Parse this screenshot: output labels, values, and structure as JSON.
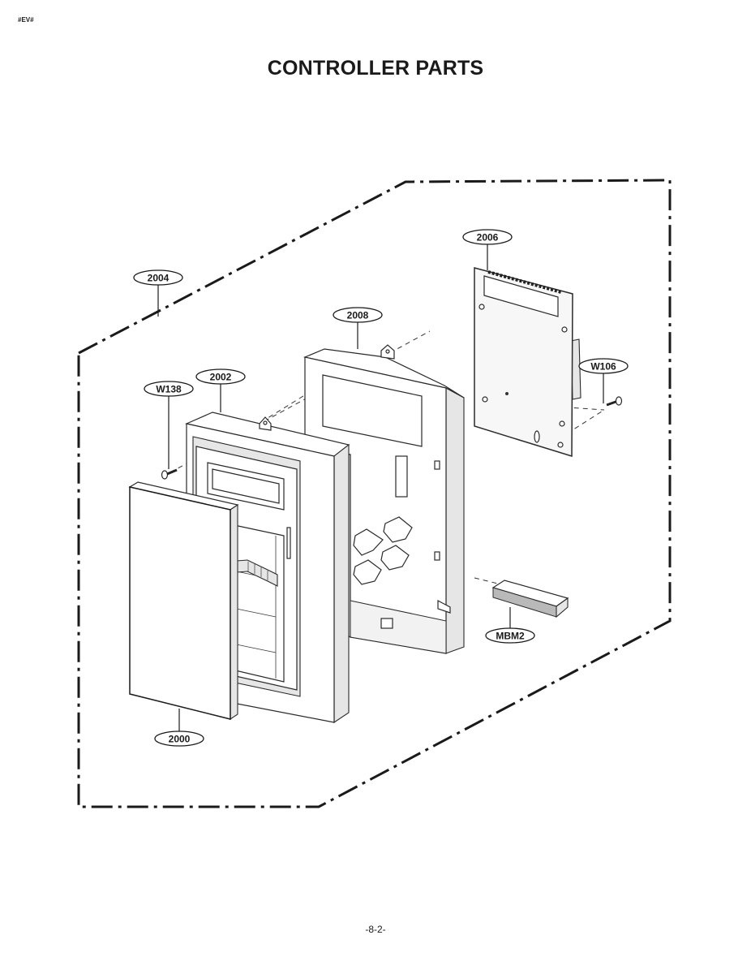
{
  "header": {
    "corner_tag": "#EV#",
    "title": "CONTROLLER PARTS"
  },
  "footer": {
    "page_number": "-8-2-"
  },
  "diagram": {
    "callouts": {
      "2004": "2004",
      "2006": "2006",
      "2008": "2008",
      "2002": "2002",
      "W138": "W138",
      "W106": "W106",
      "MBM2": "MBM2",
      "2000": "2000"
    }
  }
}
